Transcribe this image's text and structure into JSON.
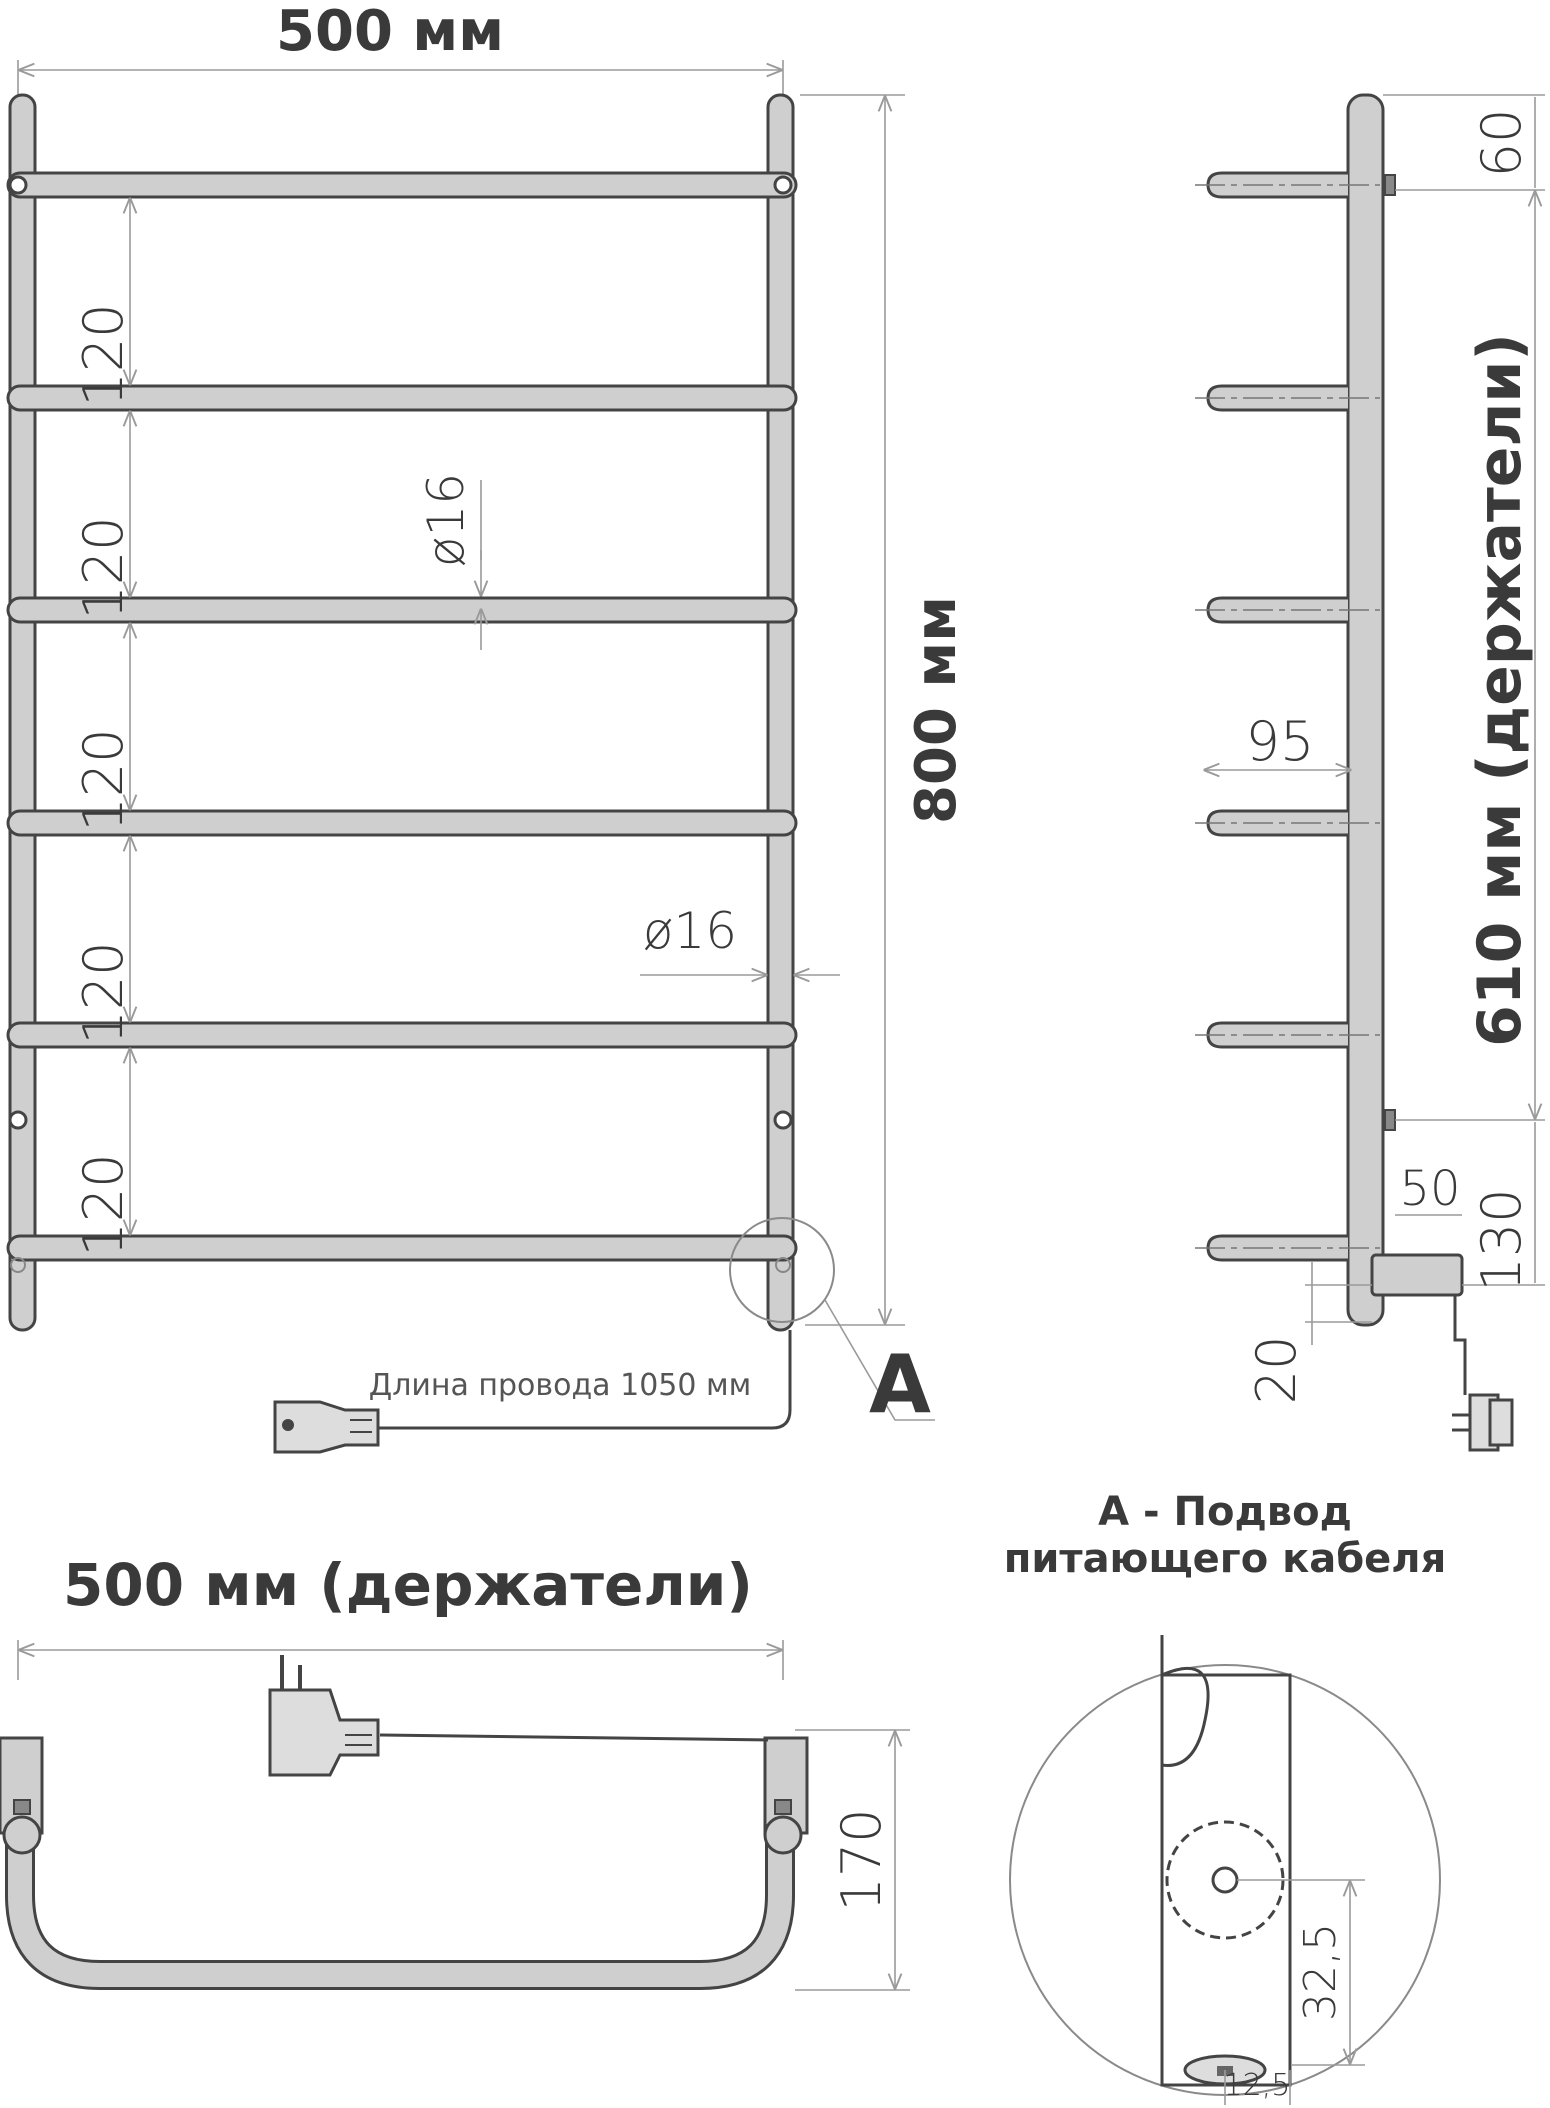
{
  "front_view": {
    "width_label": "500 мм",
    "height_label": "800 мм",
    "spacing_labels": [
      "120",
      "120",
      "120",
      "120",
      "120"
    ],
    "tube_diameter_label_1": "ø16",
    "tube_diameter_label_2": "ø16",
    "cable_label": "Длина провода 1050 мм",
    "callout_letter": "A"
  },
  "side_view": {
    "top_offset_label": "60",
    "mounts_label": "610 мм (держатели)",
    "depth_label": "95",
    "connector_width_label": "50",
    "bottom_offset_label": "130",
    "bottom_gap_label": "20"
  },
  "top_view": {
    "mounts_width_label": "500 мм (держатели)",
    "depth_label": "170"
  },
  "detail_a": {
    "title_line1": "A - Подвод",
    "title_line2": "питающего кабеля",
    "height_label": "32,5",
    "width_label": "12,5"
  },
  "colors": {
    "line": "#444444",
    "dimension": "#9a9a9a",
    "tube_fill": "#cfcfcf",
    "text": "#3a3a3a"
  }
}
